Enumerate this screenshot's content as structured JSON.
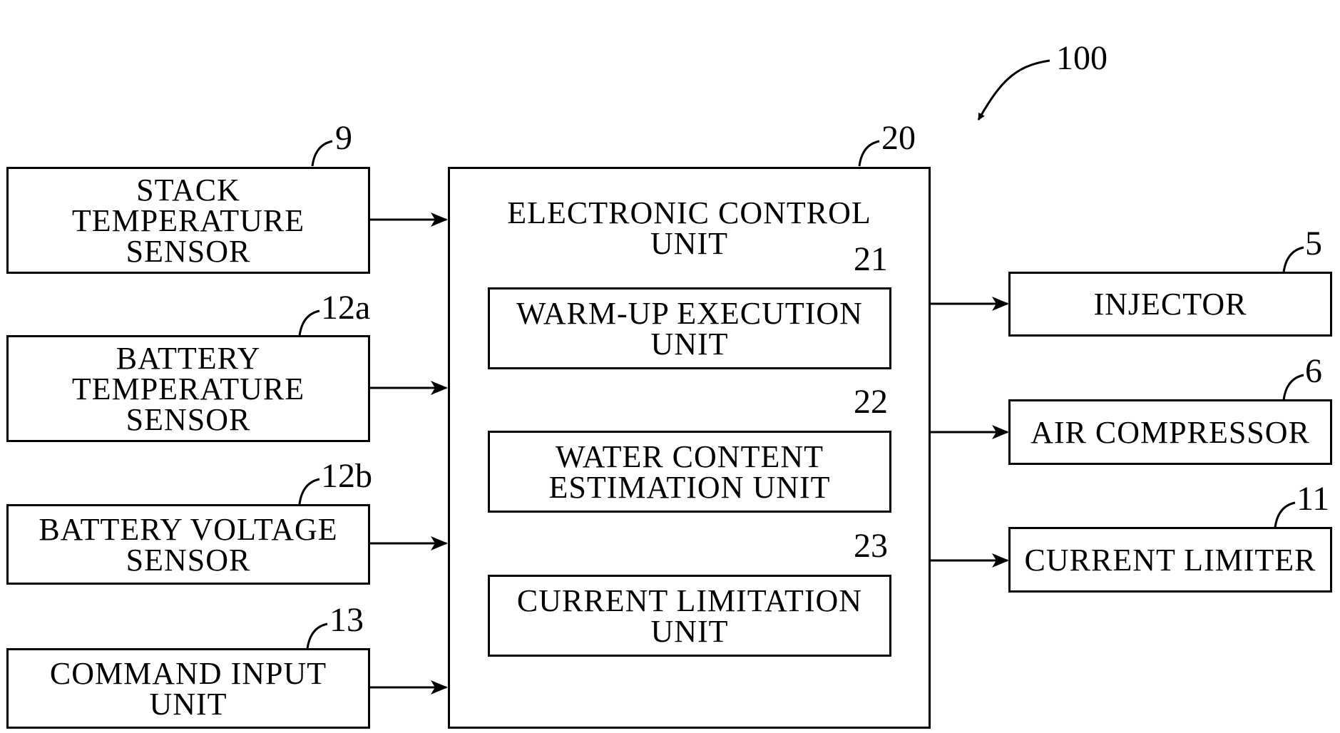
{
  "figure_ref": "100",
  "inputs": [
    {
      "ref": "9",
      "lines": [
        "STACK",
        "TEMPERATURE",
        "SENSOR"
      ]
    },
    {
      "ref": "12a",
      "lines": [
        "BATTERY",
        "TEMPERATURE",
        "SENSOR"
      ]
    },
    {
      "ref": "12b",
      "lines": [
        "BATTERY VOLTAGE",
        "SENSOR"
      ]
    },
    {
      "ref": "13",
      "lines": [
        "COMMAND INPUT",
        "UNIT"
      ]
    }
  ],
  "ecu": {
    "ref": "20",
    "lines": [
      "ELECTRONIC CONTROL",
      "UNIT"
    ],
    "units": [
      {
        "ref": "21",
        "lines": [
          "WARM-UP EXECUTION",
          "UNIT"
        ]
      },
      {
        "ref": "22",
        "lines": [
          "WATER CONTENT",
          "ESTIMATION UNIT"
        ]
      },
      {
        "ref": "23",
        "lines": [
          "CURRENT LIMITATION",
          "UNIT"
        ]
      }
    ]
  },
  "outputs": [
    {
      "ref": "5",
      "lines": [
        "INJECTOR"
      ]
    },
    {
      "ref": "6",
      "lines": [
        "AIR COMPRESSOR"
      ]
    },
    {
      "ref": "11",
      "lines": [
        "CURRENT LIMITER"
      ]
    }
  ]
}
